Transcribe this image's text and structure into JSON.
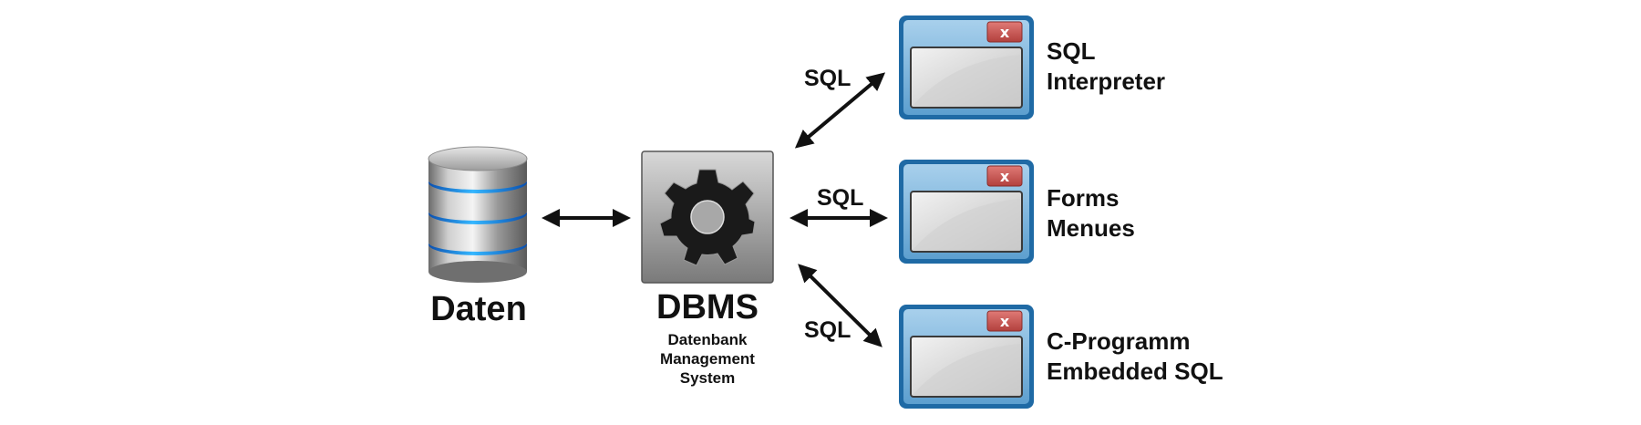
{
  "database": {
    "label": "Daten",
    "icon": "database-icon"
  },
  "dbms": {
    "label": "DBMS",
    "subtitle_lines": [
      "Datenbank",
      "Management",
      "System"
    ],
    "icon": "gear-icon"
  },
  "connections": [
    {
      "label": "SQL",
      "target": "SQL Interpreter"
    },
    {
      "label": "SQL",
      "target": "Forms Menues"
    },
    {
      "label": "SQL",
      "target": "C-Programm Embedded SQL"
    }
  ],
  "clients": [
    {
      "lines": [
        "SQL",
        "Interpreter"
      ],
      "icon": "window-icon"
    },
    {
      "lines": [
        "Forms",
        "Menues"
      ],
      "icon": "window-icon"
    },
    {
      "lines": [
        "C-Programm",
        "Embedded SQL"
      ],
      "icon": "window-icon"
    }
  ],
  "colors": {
    "window_frame": "#1f6aa5",
    "window_title": "#7fb6dc",
    "close_button": "#c9524f",
    "db_ring": "#1e90ff",
    "gear": "#1a1a1a"
  }
}
